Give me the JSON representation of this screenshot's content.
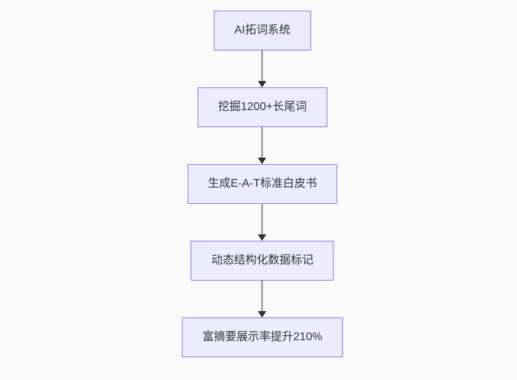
{
  "flowchart": {
    "direction": "top-down",
    "nodes": [
      {
        "label": "AI拓词系统"
      },
      {
        "label": "挖掘1200+长尾词"
      },
      {
        "label": "生成E-A-T标准白皮书"
      },
      {
        "label": "动态结构化数据标记"
      },
      {
        "label": "富摘要展示率提升210%"
      }
    ],
    "colors": {
      "background": "#fafafa",
      "node_fill": "#ECECFF",
      "node_border": "#9370DB",
      "node_text": "#333333",
      "edge_line": "#858585",
      "arrowhead": "#2f2f2f"
    }
  }
}
